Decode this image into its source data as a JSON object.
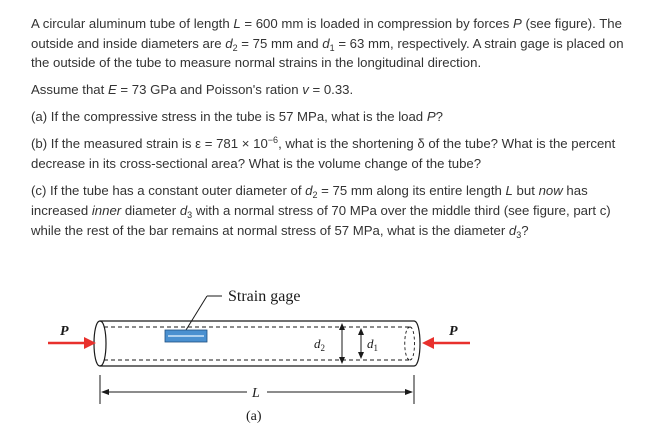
{
  "problem": {
    "paragraphs": [
      {
        "segments": [
          {
            "t": "A circular aluminum tube of length "
          },
          {
            "t": "L",
            "i": true
          },
          {
            "t": " = 600 mm is loaded in compression by forces "
          },
          {
            "t": "P",
            "i": true
          },
          {
            "t": " (see figure). The outside and inside diameters are "
          },
          {
            "t": "d",
            "i": true
          },
          {
            "t": "2",
            "sub": true
          },
          {
            "t": " = 75 mm and "
          },
          {
            "t": "d",
            "i": true
          },
          {
            "t": "1",
            "sub": true
          },
          {
            "t": " = 63 mm, respectively. A strain gage is placed on the outside of the tube to measure normal strains in the longitudinal direction."
          }
        ]
      },
      {
        "segments": [
          {
            "t": "Assume that "
          },
          {
            "t": "E",
            "i": true
          },
          {
            "t": " = 73 GPa and Poisson's ration "
          },
          {
            "t": "v",
            "i": true
          },
          {
            "t": " = 0.33."
          }
        ]
      },
      {
        "segments": [
          {
            "t": "(a) If the compressive stress in the tube is 57 MPa, what is the load "
          },
          {
            "t": "P",
            "i": true
          },
          {
            "t": "?"
          }
        ]
      },
      {
        "segments": [
          {
            "t": "(b) If the measured strain is ε = 781 × 10"
          },
          {
            "t": "−6",
            "sup": true
          },
          {
            "t": ", what is the shortening δ of the tube? What is the percent decrease in its cross-sectional area? What is the volume change of the tube?"
          }
        ]
      },
      {
        "segments": [
          {
            "t": "(c) If the tube has a constant outer diameter of "
          },
          {
            "t": "d",
            "i": true
          },
          {
            "t": "2",
            "sub": true
          },
          {
            "t": " = 75 mm along its entire length "
          },
          {
            "t": "L",
            "i": true
          },
          {
            "t": " but "
          },
          {
            "t": "now",
            "i": true
          },
          {
            "t": " has increased "
          },
          {
            "t": "inner",
            "i": true
          },
          {
            "t": " diameter "
          },
          {
            "t": "d",
            "i": true
          },
          {
            "t": "3",
            "sub": true
          },
          {
            "t": " with a normal stress of 70 MPa over the middle third (see figure, part c) while the rest of the bar remains at normal stress of 57 MPa, what is the diameter "
          },
          {
            "t": "d",
            "i": true
          },
          {
            "t": "3",
            "sub": true
          },
          {
            "t": "?"
          }
        ]
      }
    ]
  },
  "figure": {
    "strain_gage_label": "Strain gage",
    "left_force_label": "P",
    "right_force_label": "P",
    "outer_diameter_letter": "d",
    "outer_diameter_sub": "2",
    "inner_diameter_letter": "d",
    "inner_diameter_sub": "1",
    "length_label": "L",
    "part_label": "(a)",
    "colors": {
      "force_arrow": "#e8302c",
      "gage_fill": "#4a90d0",
      "gage_highlight": "#cfe5f7",
      "line": "#1a1a1a"
    }
  }
}
